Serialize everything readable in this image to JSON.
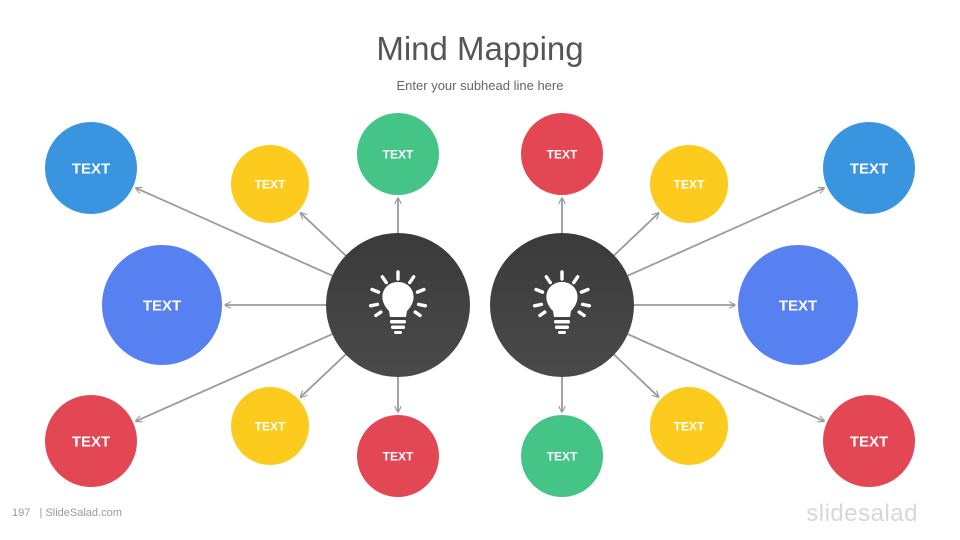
{
  "title": "Mind Mapping",
  "subhead": "Enter your subhead  line here",
  "footer": {
    "page_number": "197",
    "site": "| SlideSalad.com"
  },
  "brand": "slidesalad",
  "colors": {
    "hub": "#404040",
    "yellow": "#fccb1e",
    "green": "#44c487",
    "red": "#e34754",
    "blue_light": "#3a95e0",
    "blue": "#5780f1",
    "arrow": "#9a9a9a"
  },
  "hubs": [
    {
      "id": "hub-left",
      "icon": "lightbulb-icon"
    },
    {
      "id": "hub-right",
      "icon": "lightbulb-icon"
    }
  ],
  "nodes": [
    {
      "label": "TEXT",
      "color": "blue_light"
    },
    {
      "label": "TEXT",
      "color": "yellow"
    },
    {
      "label": "TEXT",
      "color": "green"
    },
    {
      "label": "TEXT",
      "color": "blue"
    },
    {
      "label": "TEXT",
      "color": "red"
    },
    {
      "label": "TEXT",
      "color": "yellow"
    },
    {
      "label": "TEXT",
      "color": "red"
    },
    {
      "label": "TEXT",
      "color": "red"
    },
    {
      "label": "TEXT",
      "color": "yellow"
    },
    {
      "label": "TEXT",
      "color": "blue_light"
    },
    {
      "label": "TEXT",
      "color": "blue"
    },
    {
      "label": "TEXT",
      "color": "green"
    },
    {
      "label": "TEXT",
      "color": "yellow"
    },
    {
      "label": "TEXT",
      "color": "red"
    }
  ]
}
